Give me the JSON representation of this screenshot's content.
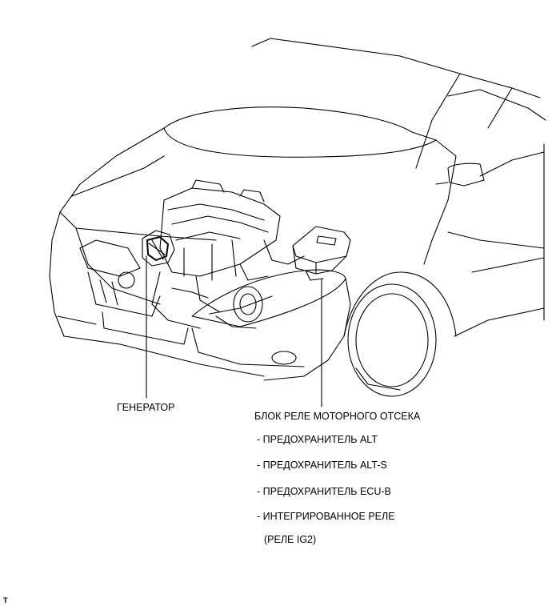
{
  "labels": {
    "generator": "ГЕНЕРАТОР",
    "relay_block": "БЛОК РЕЛЕ МОТОРНОГО ОТСЕКА",
    "fuse_alt": "- ПРЕДОХРАНИТЕЛЬ ALT",
    "fuse_alt_s": "- ПРЕДОХРАНИТЕЛЬ ALT-S",
    "fuse_ecu_b": "- ПРЕДОХРАНИТЕЛЬ ECU-B",
    "integrated_relay": "- ИНТЕГРИРОВАННОЕ РЕЛЕ",
    "ig2_relay": "(РЕЛЕ IG2)",
    "corner_mark": "T"
  },
  "colors": {
    "line": "#000000",
    "background": "#ffffff"
  }
}
